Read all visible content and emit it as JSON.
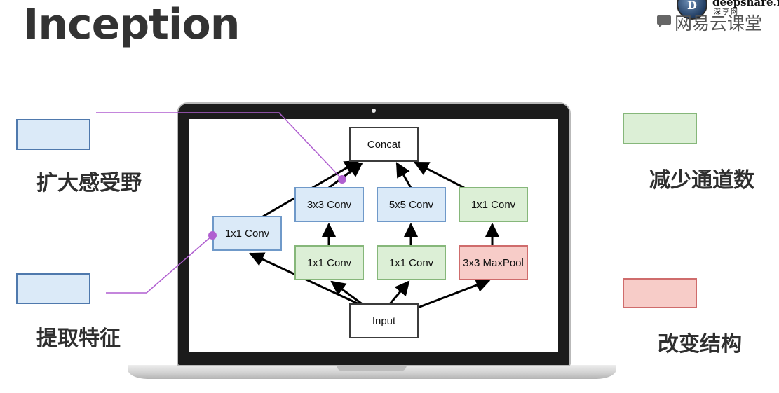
{
  "header": {
    "title": "Inception",
    "logo_site": "deepshare.net",
    "logo_sub": "深享网",
    "logo_brand": "网易云课堂",
    "logo_badge": "D"
  },
  "legend": {
    "left_top_label": "扩大感受野",
    "left_bottom_label": "提取特征",
    "right_top_label": "减少通道数",
    "right_bottom_label": "改变结构",
    "colors": {
      "blue": "#dbeaf8",
      "green": "#dcefd6",
      "red": "#f7ccc8",
      "callout": "#b05fd0"
    }
  },
  "diagram": {
    "concat": "Concat",
    "input": "Input",
    "b1_conv": "1x1 Conv",
    "b2_top": "3x3 Conv",
    "b2_bottom": "1x1 Conv",
    "b3_top": "5x5 Conv",
    "b3_bottom": "1x1 Conv",
    "b4_top": "1x1 Conv",
    "b4_bottom": "3x3 MaxPool"
  }
}
